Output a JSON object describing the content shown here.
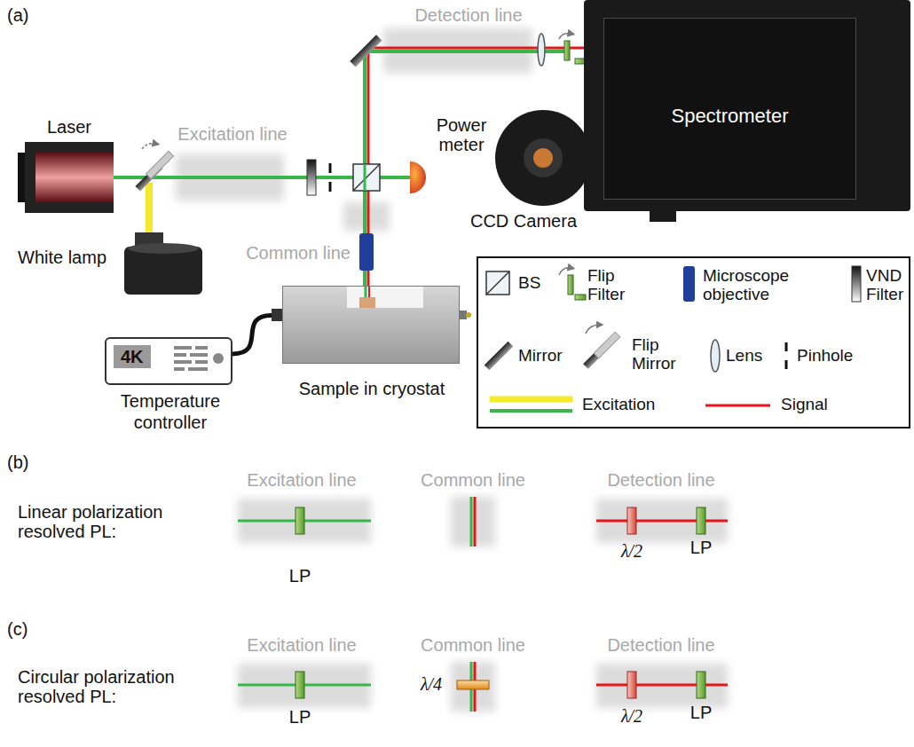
{
  "diagram": {
    "nodes": [
      {
        "text": [
          "Spectrometer"
        ]
      },
      {
        "text": [
          "Sample in cryostat"
        ]
      },
      {
        "text": [
          "4K",
          "Temperature controller"
        ]
      }
    ],
    "edges": [
      {
        "from": 1,
        "to": 2,
        "arrow": "none"
      }
    ],
    "labels": [
      "(a)",
      "Laser",
      "White lamp",
      "Excitation line",
      "Common line",
      "Detection line",
      "Power meter",
      "CCD Camera",
      "(b)",
      "Linear polarization resolved PL:",
      "Excitation line",
      "Common line",
      "Detection line",
      "LP",
      "λ/2",
      "LP",
      "(c)",
      "Circular polarization resolved PL:",
      "Excitation line",
      "Common line",
      "Detection line",
      "LP",
      "λ/4",
      "λ/2",
      "LP"
    ],
    "legend": [
      {
        "text": "BS"
      },
      {
        "text": "Flip Filter"
      },
      {
        "text": "Microscope objective"
      },
      {
        "text": "VND Filter"
      },
      {
        "text": "Mirror"
      },
      {
        "text": "Flip Mirror"
      },
      {
        "text": "Lens"
      },
      {
        "text": "Pinhole"
      },
      {
        "text": "Excitation"
      },
      {
        "text": "Signal"
      }
    ]
  }
}
